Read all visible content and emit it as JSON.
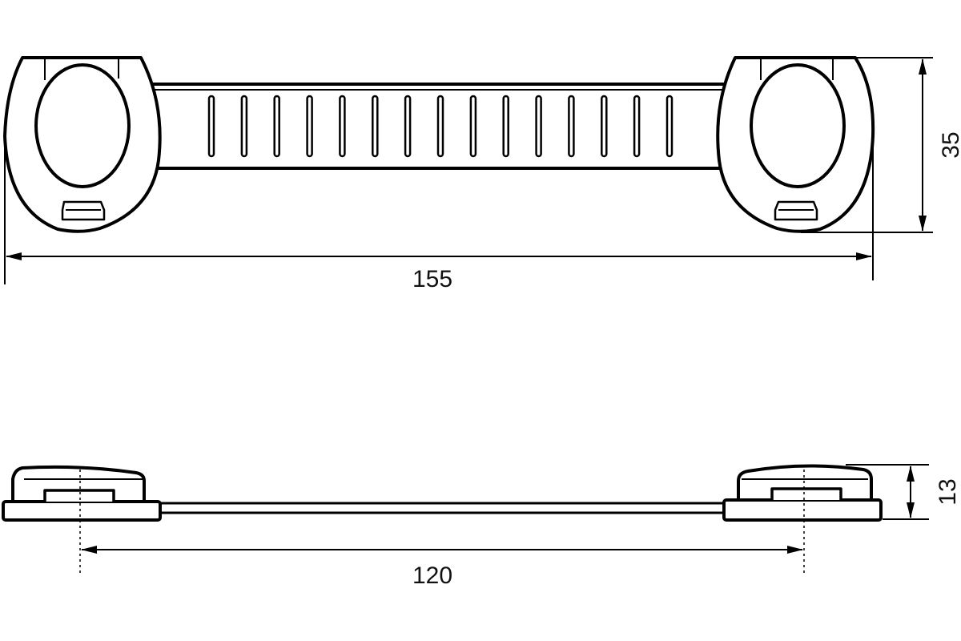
{
  "dimensions": {
    "length": "155",
    "width": "35",
    "height": "13",
    "hole_spacing": "120"
  },
  "strap_slot_count": 15
}
